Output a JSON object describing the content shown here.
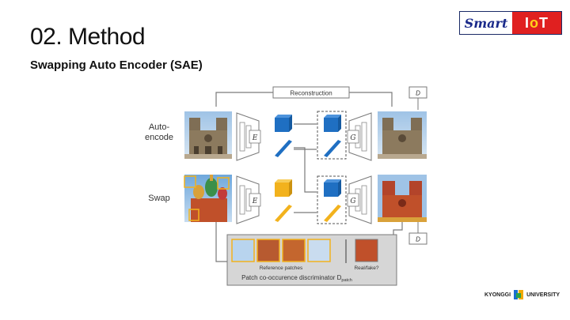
{
  "slide": {
    "title": "02. Method",
    "subtitle": "Swapping Auto Encoder (SAE)"
  },
  "logo": {
    "smart": "Smart",
    "iot_prefix": "I",
    "iot_o": "o",
    "iot_suffix": "T"
  },
  "footer": {
    "university": "KYONGGI",
    "university2": "UNIVERSITY"
  },
  "diagram": {
    "reconstruction_label": "Reconstruction",
    "row_autoencode": "Auto-\nencode",
    "row_swap": "Swap",
    "encoder_label": "E",
    "generator_label": "G",
    "discriminator_label": "D",
    "reference_patches_label": "Reference patches",
    "real_fake_label": "Real/fake?",
    "patch_disc_label": "Patch co-occurence discriminator D",
    "patch_disc_sub": "patch",
    "colors": {
      "blue": "#1f6fc2",
      "yellow": "#f2b21d",
      "gray_line": "#7a7a7a"
    }
  }
}
